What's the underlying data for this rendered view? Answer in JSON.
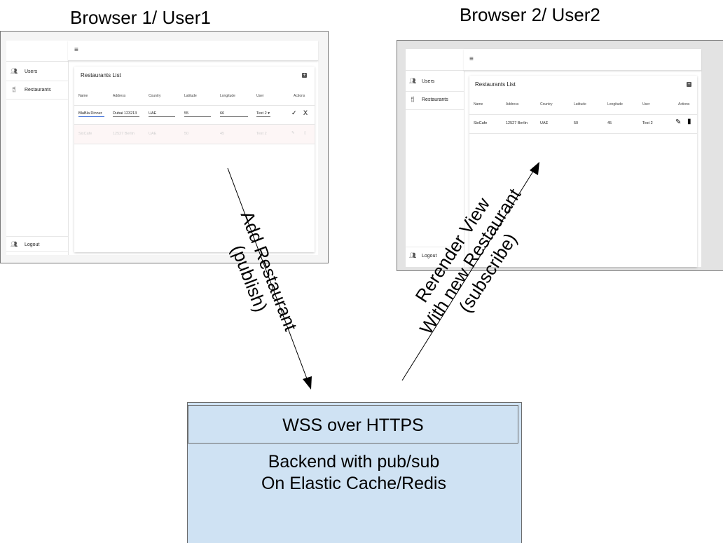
{
  "titles": {
    "browser1": "Browser 1/ User1",
    "browser2": "Browser 2/ User2"
  },
  "app": {
    "menu_icon": "hamburger-icon",
    "sidebar": {
      "users": "Users",
      "restaurants": "Restaurants",
      "logout": "Logout"
    },
    "card_title": "Restaurants List",
    "columns": [
      "Name",
      "Address",
      "Country",
      "Latitude",
      "Longitude",
      "User",
      "Actions"
    ]
  },
  "browser1": {
    "edit_row": {
      "name": "BlaBla Dinner",
      "address": "Dubai 123213",
      "country": "UAE",
      "latitude": "55",
      "longitude": "66",
      "user": "Test 2"
    },
    "faded_row": {
      "name": "SixCafe",
      "address": "12527 Berlin",
      "country": "UAE",
      "latitude": "50",
      "longitude": "45",
      "user": "Test 2"
    }
  },
  "browser2": {
    "row": {
      "name": "SixCafe",
      "address": "12527 Berlin",
      "country": "UAE",
      "latitude": "50",
      "longitude": "45",
      "user": "Test 2"
    }
  },
  "arrows": {
    "publish_line1": "Add Restaurant",
    "publish_line2": "(publish)",
    "subscribe_line1": "Rerender View",
    "subscribe_line2": "With new Restaurant",
    "subscribe_line3": "(subscribe)"
  },
  "backend": {
    "wss": "WSS over HTTPS",
    "line1": "Backend with pub/sub",
    "line2": "On Elastic Cache/Redis"
  },
  "colors": {
    "backend_fill": "#cfe2f3",
    "focus_underline": "#3f6fd8"
  }
}
